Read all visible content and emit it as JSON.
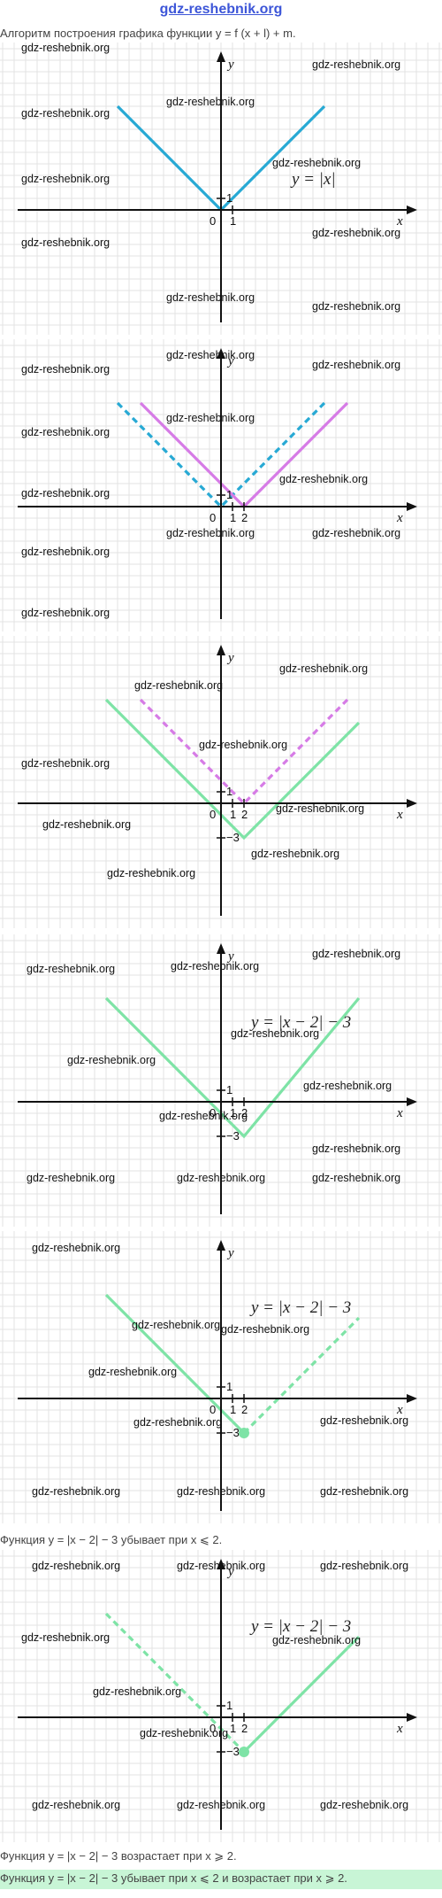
{
  "site": "gdz-reshebnik.org",
  "heading": "Алгоритм построения графика функции y = f (x + l) + m.",
  "watermark": "gdz-reshebnik.org",
  "axis": {
    "x": "x",
    "y": "y"
  },
  "labels": {
    "one": "1",
    "two": "2",
    "zero": "0",
    "minus_three": "−3"
  },
  "formulas": {
    "abs_x": "y = |x|",
    "shifted": "y = |x − 2| − 3"
  },
  "colors": {
    "blue": "#27a9d4",
    "purple": "#d67be6",
    "green": "#7ee3a6",
    "axis": "#111111",
    "grid": "#e3e3e3",
    "highlight": "#c8f5d6"
  },
  "captions": {
    "decreasing": "Функция y = |x − 2| − 3 убывает при x ⩽ 2.",
    "increasing": "Функция y = |x − 2| − 3 возрастает при x ⩾ 2.",
    "summary": "Функция y = |x − 2| − 3 убывает при x ⩽ 2 и возрастает при x ⩾ 2."
  },
  "panels": [
    {
      "curves": [
        "y = |x|"
      ],
      "shown_labels": [
        "1",
        "1",
        "0"
      ]
    },
    {
      "curves": [
        "y = |x| (dashed)",
        "y = |x − 2|"
      ],
      "shown_labels": [
        "1",
        "1",
        "2",
        "0"
      ]
    },
    {
      "curves": [
        "y = |x − 2| (dashed)",
        "y = |x − 2| − 3"
      ],
      "shown_labels": [
        "1",
        "1",
        "2",
        "0",
        "−3"
      ]
    },
    {
      "curves": [
        "y = |x − 2| − 3"
      ],
      "shown_labels": [
        "1",
        "1",
        "2",
        "0",
        "−3"
      ]
    },
    {
      "curves": [
        "y = |x − 2| − 3, left branch solid, right dashed"
      ],
      "highlight_point": [
        2,
        -3
      ]
    },
    {
      "curves": [
        "y = |x − 2| − 3, left branch dashed, right solid"
      ],
      "highlight_point": [
        2,
        -3
      ]
    }
  ]
}
